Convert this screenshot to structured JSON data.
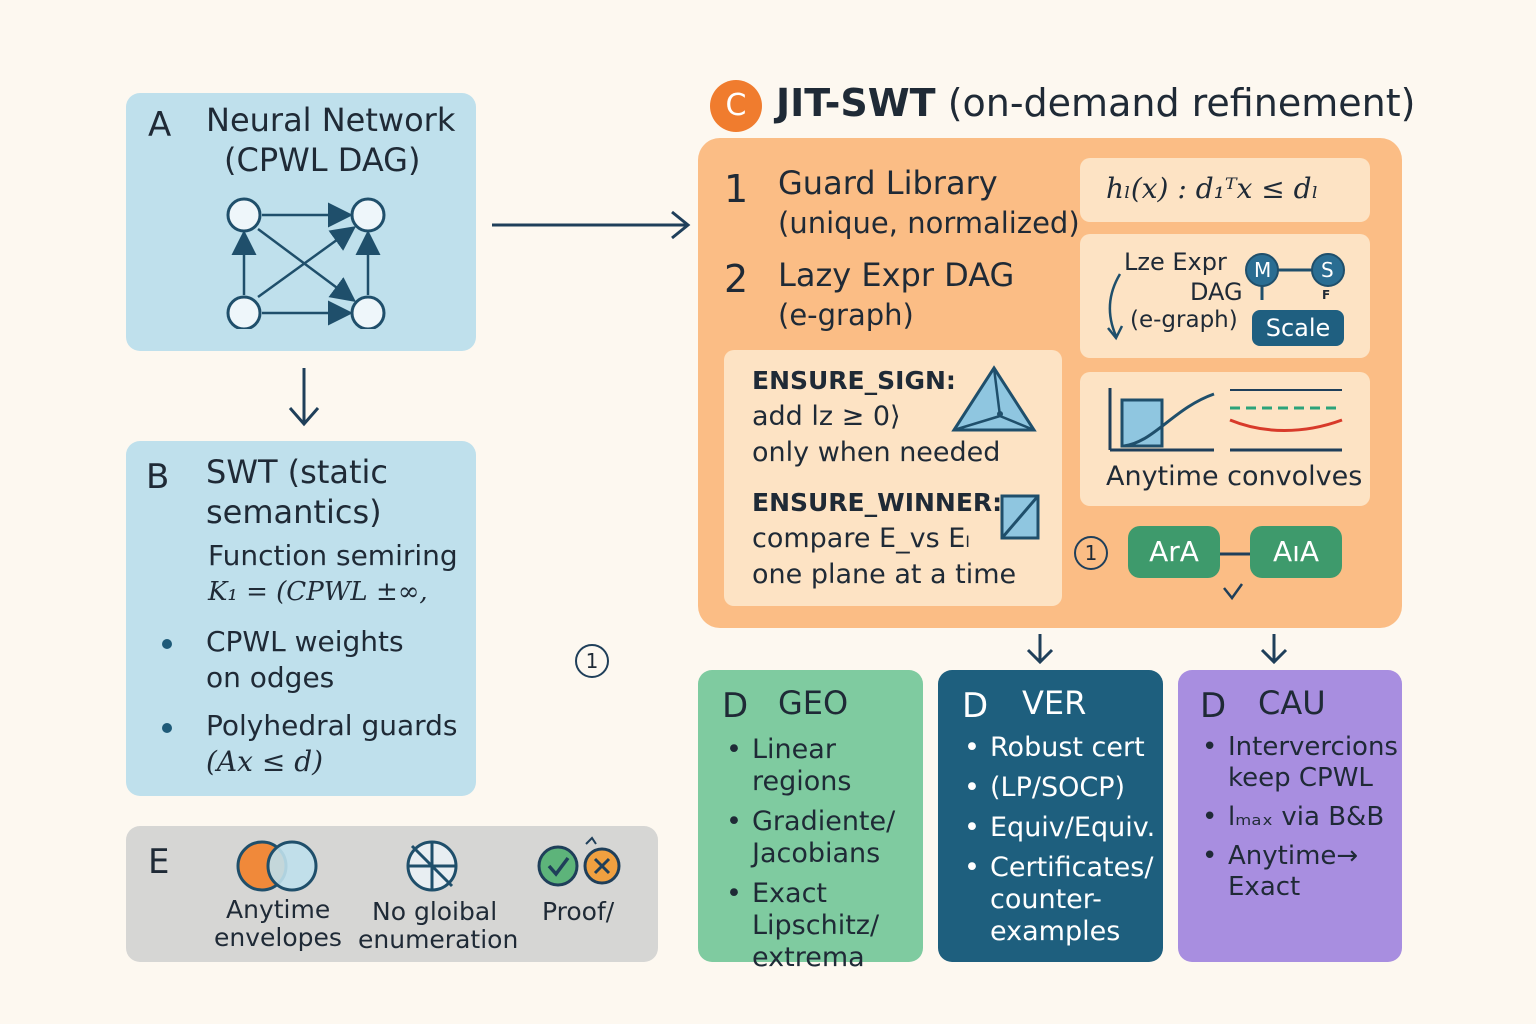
{
  "panel_a": {
    "letter": "A",
    "title_line1": "Neural Network",
    "title_line2": "(CPWL DAG)"
  },
  "panel_b": {
    "letter": "B",
    "title_line1": "SWT (static",
    "title_line2": "semantics)",
    "func_line1": "Function semiring",
    "func_line2": "K₁ = (CPWL ±∞,",
    "bullets": [
      {
        "line1": "CPWL weights",
        "line2": "on odges"
      },
      {
        "line1": "Polyhedral guards",
        "line2": "(Ax ≤ d)"
      }
    ]
  },
  "circle_marker": "1",
  "panel_c": {
    "letter": "C",
    "heading_bold": "JIT-SWT",
    "heading_rest": "(on-demand refinement)",
    "item1_num": "1",
    "item1_title": "Guard Library",
    "item1_sub": "(unique, normalized)",
    "item2_num": "2",
    "item2_title": "Lazy Expr DAG",
    "item2_sub": "(e-graph)",
    "ensure_sign_label": "ENSURE_SIGN:",
    "ensure_sign_line2": "add lz ≥ 0⟩",
    "ensure_sign_line3": "only when needed",
    "ensure_winner_label": "ENSURE_WINNER:",
    "ensure_winner_line2": "compare E_vs Eₗ",
    "ensure_winner_line3": "one plane at a time",
    "formula": "hₗ(x) : d₁ᵀx ≤ dₗ",
    "lze_line1": "Lze Expr",
    "lze_line2": "DAG",
    "lze_line3": "(e-graph)",
    "node_m": "M",
    "node_s": "S",
    "node_f": "F",
    "scale_label": "Scale",
    "anytime_label": "Anytime convolves",
    "circle_marker": "1",
    "pill_left": "ArA",
    "pill_right": "AıA"
  },
  "panel_d_geo": {
    "letter": "D",
    "title": "GEO",
    "items": [
      [
        "Linear regions"
      ],
      [
        "Gradiente/",
        "Jacobians"
      ],
      [
        "Exact",
        "Lipschitz/",
        "extrema"
      ]
    ]
  },
  "panel_d_ver": {
    "letter": "D",
    "title": "VER",
    "items": [
      [
        "Robust cert"
      ],
      [
        "(LP/SOCP)"
      ],
      [
        "Equiv/Equiv."
      ],
      [
        "Certificates/",
        "counter-",
        "examples"
      ]
    ]
  },
  "panel_d_cau": {
    "letter": "D",
    "title": "CAU",
    "items": [
      [
        "Intervercions",
        "keep CPWL"
      ],
      [
        "lₘₐₓ via B&B"
      ],
      [
        "Anytime→",
        "Exact"
      ]
    ]
  },
  "panel_e": {
    "letter": "E",
    "items": [
      {
        "line1": "Anytime",
        "line2": "envelopes"
      },
      {
        "line1": "No gloibal",
        "line2": "enumeration"
      },
      {
        "line1": "Proof/",
        "line2": ""
      }
    ]
  },
  "colors": {
    "blue_panel": "#bfe0ec",
    "orange_panel": "#fbbd85",
    "green_panel": "#7fcba0",
    "teal_panel": "#1e5f7e",
    "purple_panel": "#a88ee0",
    "gray_panel": "#d6d6d4",
    "accent_orange": "#f07c2e",
    "dark_navy": "#1f3f5a"
  }
}
